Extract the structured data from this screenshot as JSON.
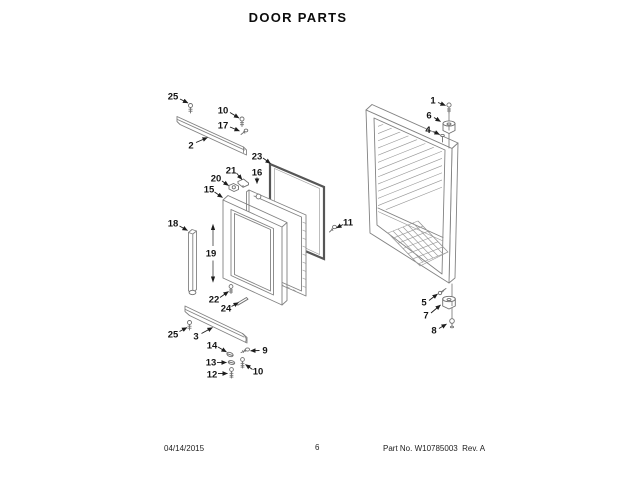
{
  "header": {
    "title": "DOOR PARTS"
  },
  "footer": {
    "date": "04/14/2015",
    "page_number": "6",
    "part_info": "Part No. W10785003  Rev. A"
  },
  "colors": {
    "background": "#ffffff",
    "line_art": "#828282",
    "gasket_line": "#565656",
    "callout_text": "#141414"
  },
  "callouts": [
    {
      "id": "25-top",
      "label": "25"
    },
    {
      "id": "10-top",
      "label": "10"
    },
    {
      "id": "17",
      "label": "17"
    },
    {
      "id": "2",
      "label": "2"
    },
    {
      "id": "23",
      "label": "23"
    },
    {
      "id": "21",
      "label": "21"
    },
    {
      "id": "20",
      "label": "20"
    },
    {
      "id": "16",
      "label": "16"
    },
    {
      "id": "15",
      "label": "15"
    },
    {
      "id": "18",
      "label": "18"
    },
    {
      "id": "19",
      "label": "19"
    },
    {
      "id": "11",
      "label": "11"
    },
    {
      "id": "22",
      "label": "22"
    },
    {
      "id": "24",
      "label": "24"
    },
    {
      "id": "25-bottom",
      "label": "25"
    },
    {
      "id": "3",
      "label": "3"
    },
    {
      "id": "14",
      "label": "14"
    },
    {
      "id": "9",
      "label": "9"
    },
    {
      "id": "13",
      "label": "13"
    },
    {
      "id": "10-bottom",
      "label": "10"
    },
    {
      "id": "12",
      "label": "12"
    },
    {
      "id": "1",
      "label": "1"
    },
    {
      "id": "6",
      "label": "6"
    },
    {
      "id": "4",
      "label": "4"
    },
    {
      "id": "5",
      "label": "5"
    },
    {
      "id": "7",
      "label": "7"
    },
    {
      "id": "8",
      "label": "8"
    }
  ]
}
